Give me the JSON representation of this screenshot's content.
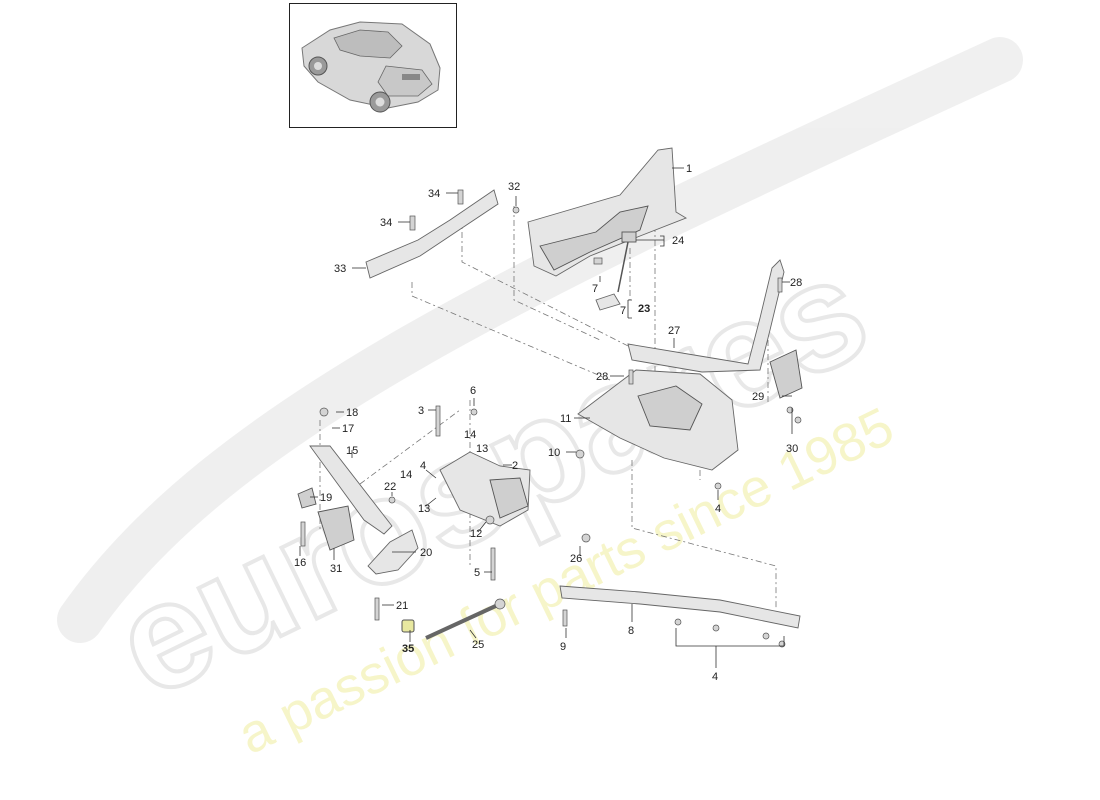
{
  "watermark": {
    "brand": "eurospares",
    "tagline": "a passion for parts since 1985"
  },
  "callouts": [
    {
      "id": "c1",
      "label": "1"
    },
    {
      "id": "c2",
      "label": "2"
    },
    {
      "id": "c3",
      "label": "3"
    },
    {
      "id": "c4a",
      "label": "4"
    },
    {
      "id": "c4b",
      "label": "4"
    },
    {
      "id": "c4c",
      "label": "4"
    },
    {
      "id": "c5",
      "label": "5"
    },
    {
      "id": "c6",
      "label": "6"
    },
    {
      "id": "c7a",
      "label": "7"
    },
    {
      "id": "c7b",
      "label": "7"
    },
    {
      "id": "c8",
      "label": "8"
    },
    {
      "id": "c9",
      "label": "9"
    },
    {
      "id": "c10",
      "label": "10"
    },
    {
      "id": "c11",
      "label": "11"
    },
    {
      "id": "c12",
      "label": "12"
    },
    {
      "id": "c13a",
      "label": "13"
    },
    {
      "id": "c13b",
      "label": "13"
    },
    {
      "id": "c14a",
      "label": "14"
    },
    {
      "id": "c14b",
      "label": "14"
    },
    {
      "id": "c15",
      "label": "15"
    },
    {
      "id": "c16",
      "label": "16"
    },
    {
      "id": "c17",
      "label": "17"
    },
    {
      "id": "c18",
      "label": "18"
    },
    {
      "id": "c19",
      "label": "19"
    },
    {
      "id": "c20",
      "label": "20"
    },
    {
      "id": "c21",
      "label": "21"
    },
    {
      "id": "c22",
      "label": "22"
    },
    {
      "id": "c23",
      "label": "23"
    },
    {
      "id": "c24",
      "label": "24"
    },
    {
      "id": "c25",
      "label": "25"
    },
    {
      "id": "c26",
      "label": "26"
    },
    {
      "id": "c27",
      "label": "27"
    },
    {
      "id": "c28a",
      "label": "28"
    },
    {
      "id": "c28b",
      "label": "28"
    },
    {
      "id": "c29",
      "label": "29"
    },
    {
      "id": "c30",
      "label": "30"
    },
    {
      "id": "c31",
      "label": "31"
    },
    {
      "id": "c32",
      "label": "32"
    },
    {
      "id": "c33",
      "label": "33"
    },
    {
      "id": "c34a",
      "label": "34"
    },
    {
      "id": "c34b",
      "label": "34"
    },
    {
      "id": "c35",
      "label": "35"
    }
  ]
}
